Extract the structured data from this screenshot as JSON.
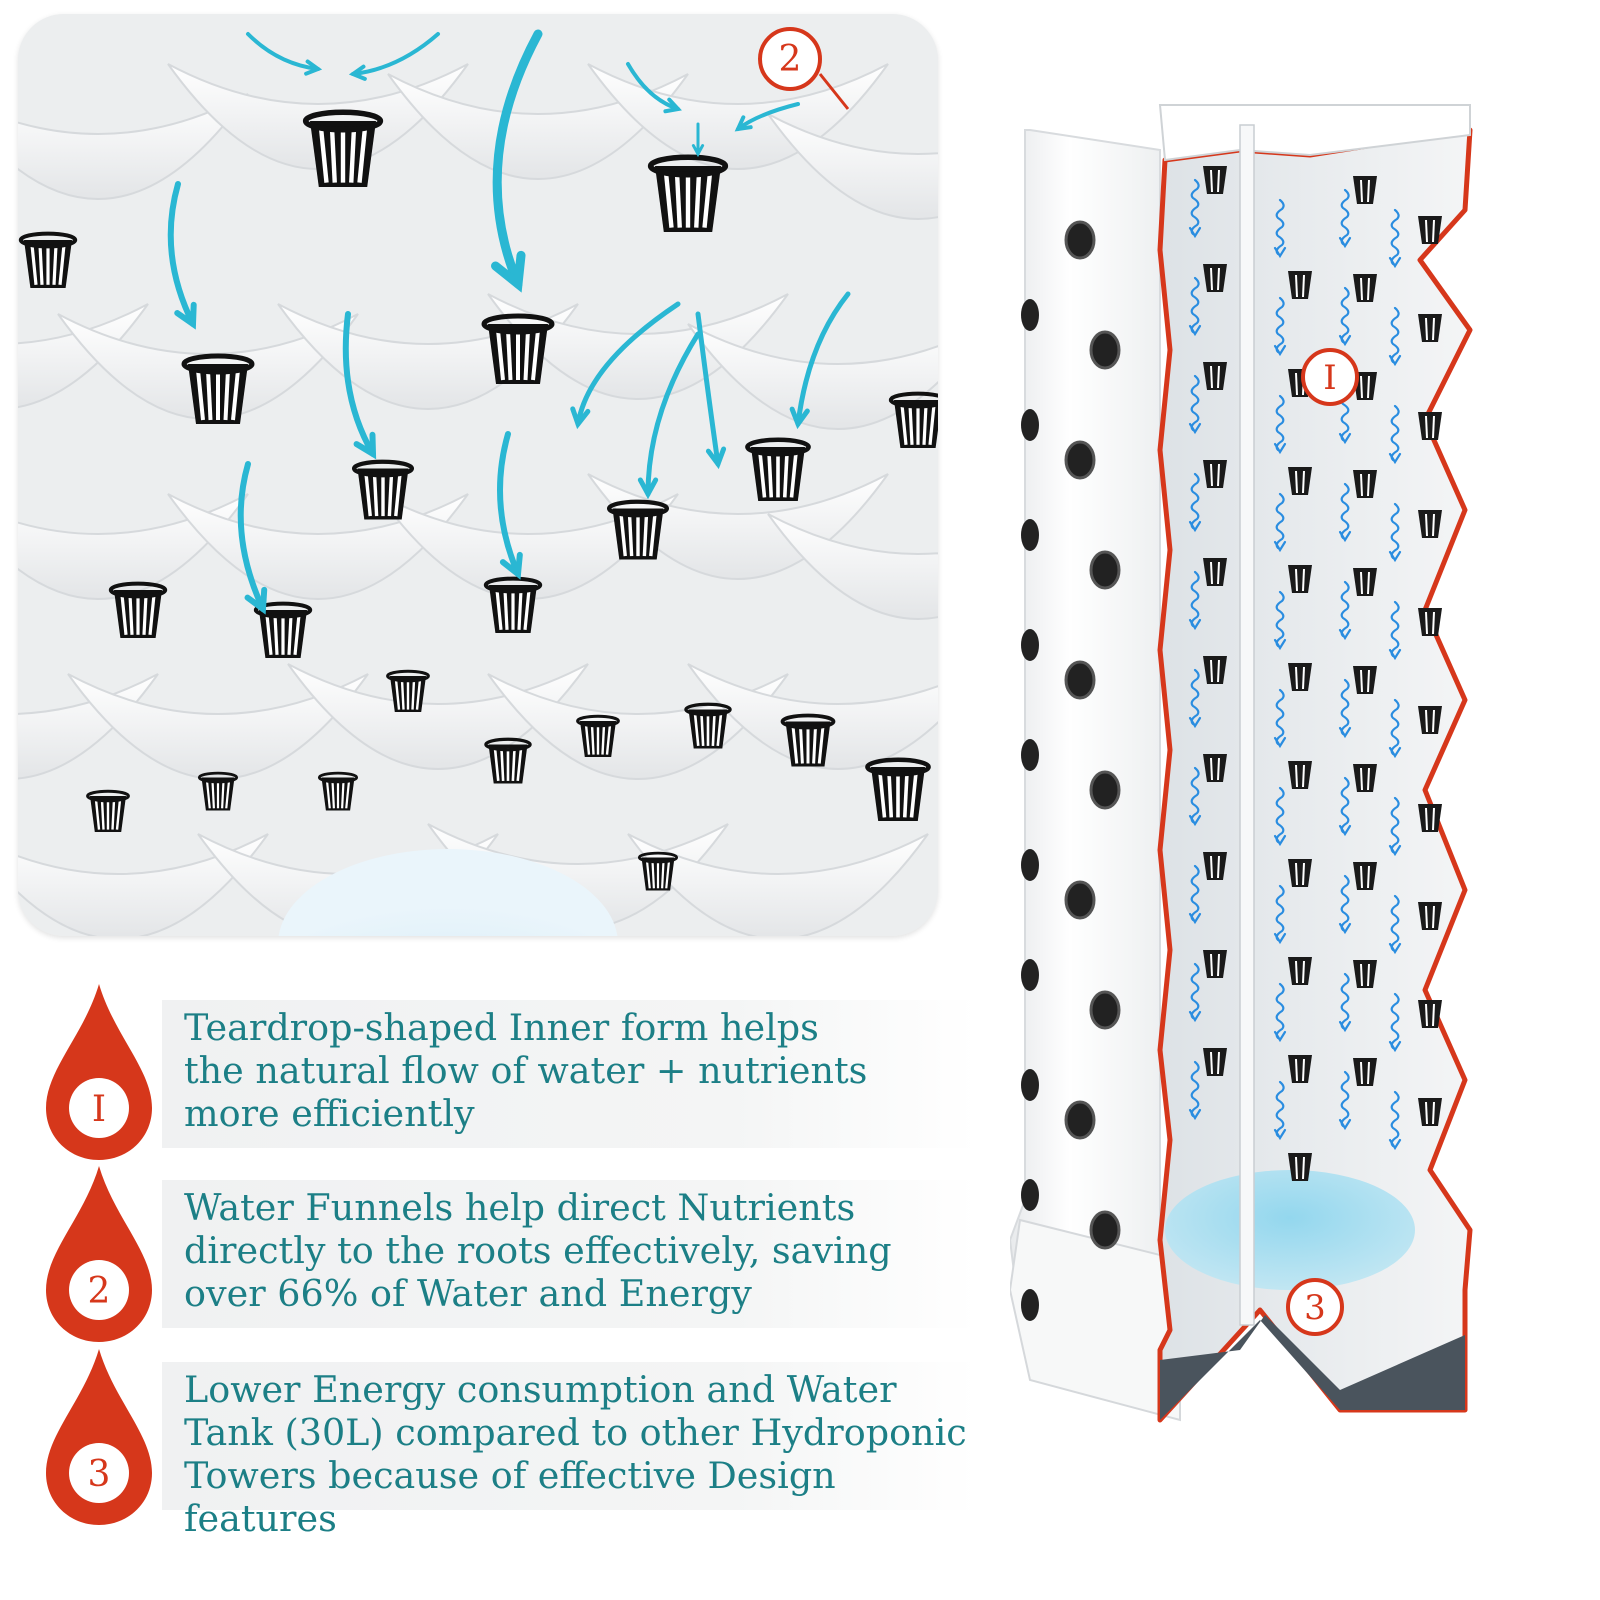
{
  "colors": {
    "accent_red": "#d6371b",
    "text_teal": "#1c7f86",
    "arrow_cyan": "#2ab7d3",
    "flow_blue": "#2a8de0"
  },
  "closeup": {
    "callout_number": "2",
    "flow_arrows": "cyan-arrow-icon"
  },
  "tower": {
    "callout_top": "I",
    "callout_bottom": "3",
    "flow_arrows": "blue-wavy-arrow-icon"
  },
  "features": [
    {
      "number": "I",
      "text": "Teardrop-shaped Inner form  helps\nthe natural flow of water + nutrients\nmore efficiently"
    },
    {
      "number": "2",
      "text": "Water Funnels help direct Nutrients\ndirectly to the roots effectively, saving\nover 66% of Water and Energy"
    },
    {
      "number": "3",
      "text": "Lower Energy consumption and Water\nTank (30L) compared to other Hydroponic\nTowers because of effective Design features"
    }
  ]
}
